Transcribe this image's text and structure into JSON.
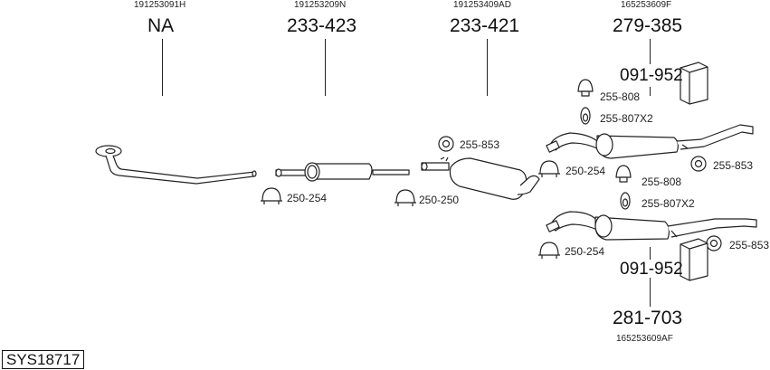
{
  "system_code": "SYS18717",
  "columns": [
    {
      "oem": "191253091H",
      "part": "NA"
    },
    {
      "oem": "191253209N",
      "part": "233-423"
    },
    {
      "oem": "191253409AD",
      "part": "233-421"
    },
    {
      "oem": "165253609F",
      "part": "279-385"
    }
  ],
  "bottom_part": {
    "part": "281-703",
    "oem": "165253609AF"
  },
  "accessories": {
    "clamp_mid": "250-254",
    "clamp_front_box": "250-250",
    "ring_front_box": "255-853",
    "bracket_upper": "091-952",
    "hanger_upper": "255-808",
    "ring_upper": "255-807X2",
    "clamp_upper_rear": "250-254",
    "ring_upper_rear": "255-853",
    "hanger_lower": "255-808",
    "ring_lower": "255-807X2",
    "clamp_lower_rear": "250-254",
    "ring_lower_rear": "255-853",
    "bracket_lower": "091-952"
  },
  "colors": {
    "line": "#222222",
    "background": "#ffffff"
  }
}
